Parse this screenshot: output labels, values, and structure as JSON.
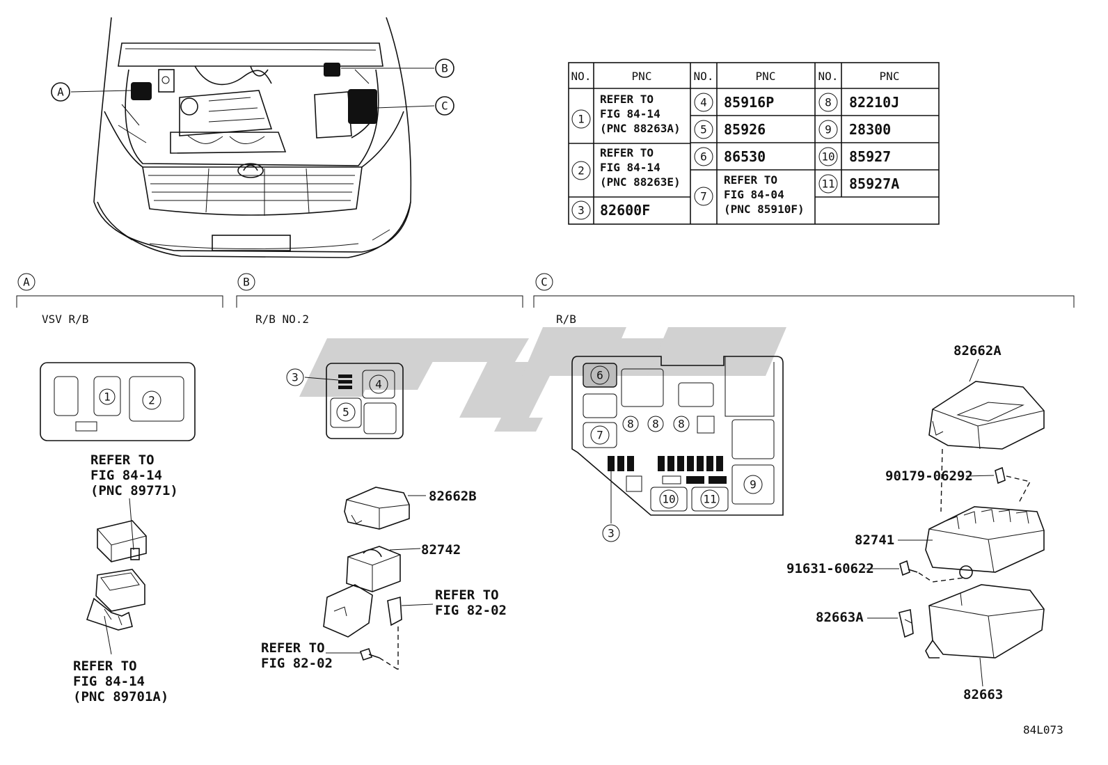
{
  "table": {
    "headers": [
      "NO.",
      "PNC",
      "NO.",
      "PNC",
      "NO.",
      "PNC"
    ],
    "col1": [
      {
        "no": "1",
        "pnc": [
          "REFER TO",
          "FIG 84-14",
          "(PNC 88263A)"
        ]
      },
      {
        "no": "2",
        "pnc": [
          "REFER TO",
          "FIG 84-14",
          "(PNC 88263E)"
        ]
      },
      {
        "no": "3",
        "pnc": [
          "82600F"
        ]
      }
    ],
    "col2": [
      {
        "no": "4",
        "pnc": [
          "85916P"
        ]
      },
      {
        "no": "5",
        "pnc": [
          "85926"
        ]
      },
      {
        "no": "6",
        "pnc": [
          "86530"
        ]
      },
      {
        "no": "7",
        "pnc": [
          "REFER TO",
          "FIG 84-04",
          "(PNC 85910F)"
        ]
      }
    ],
    "col3": [
      {
        "no": "8",
        "pnc": [
          "82210J"
        ]
      },
      {
        "no": "9",
        "pnc": [
          "28300"
        ]
      },
      {
        "no": "10",
        "pnc": [
          "85927"
        ]
      },
      {
        "no": "11",
        "pnc": [
          "85927A"
        ]
      }
    ]
  },
  "locators": {
    "a": "A",
    "b": "B",
    "c": "C"
  },
  "sections": {
    "a": {
      "key": "A",
      "title": "VSV R/B"
    },
    "b": {
      "key": "B",
      "title": "R/B NO.2"
    },
    "c": {
      "key": "C",
      "title": "R/B"
    }
  },
  "callouts": {
    "a_top": [
      "REFER TO",
      "FIG 84-14",
      "(PNC 89771)"
    ],
    "a_bottom": [
      "REFER TO",
      "FIG 84-14",
      "(PNC 89701A)"
    ],
    "b_cover": "82662B",
    "b_block": "82742",
    "b_ref_right": [
      "REFER TO",
      "FIG 82-02"
    ],
    "b_ref_left": [
      "REFER TO",
      "FIG 82-02"
    ],
    "c_cover": "82662A",
    "c_clip": "90179-06292",
    "c_block": "82741",
    "c_bolt": "91631-60622",
    "c_bracket": "82663A",
    "c_lower": "82663"
  },
  "circle_nums": {
    "n1": "1",
    "n2": "2",
    "n3": "3",
    "n4": "4",
    "n5": "5",
    "n6": "6",
    "n7": "7",
    "n8": "8",
    "n9": "9",
    "n10": "10",
    "n11": "11"
  },
  "figure_code": "84L073"
}
